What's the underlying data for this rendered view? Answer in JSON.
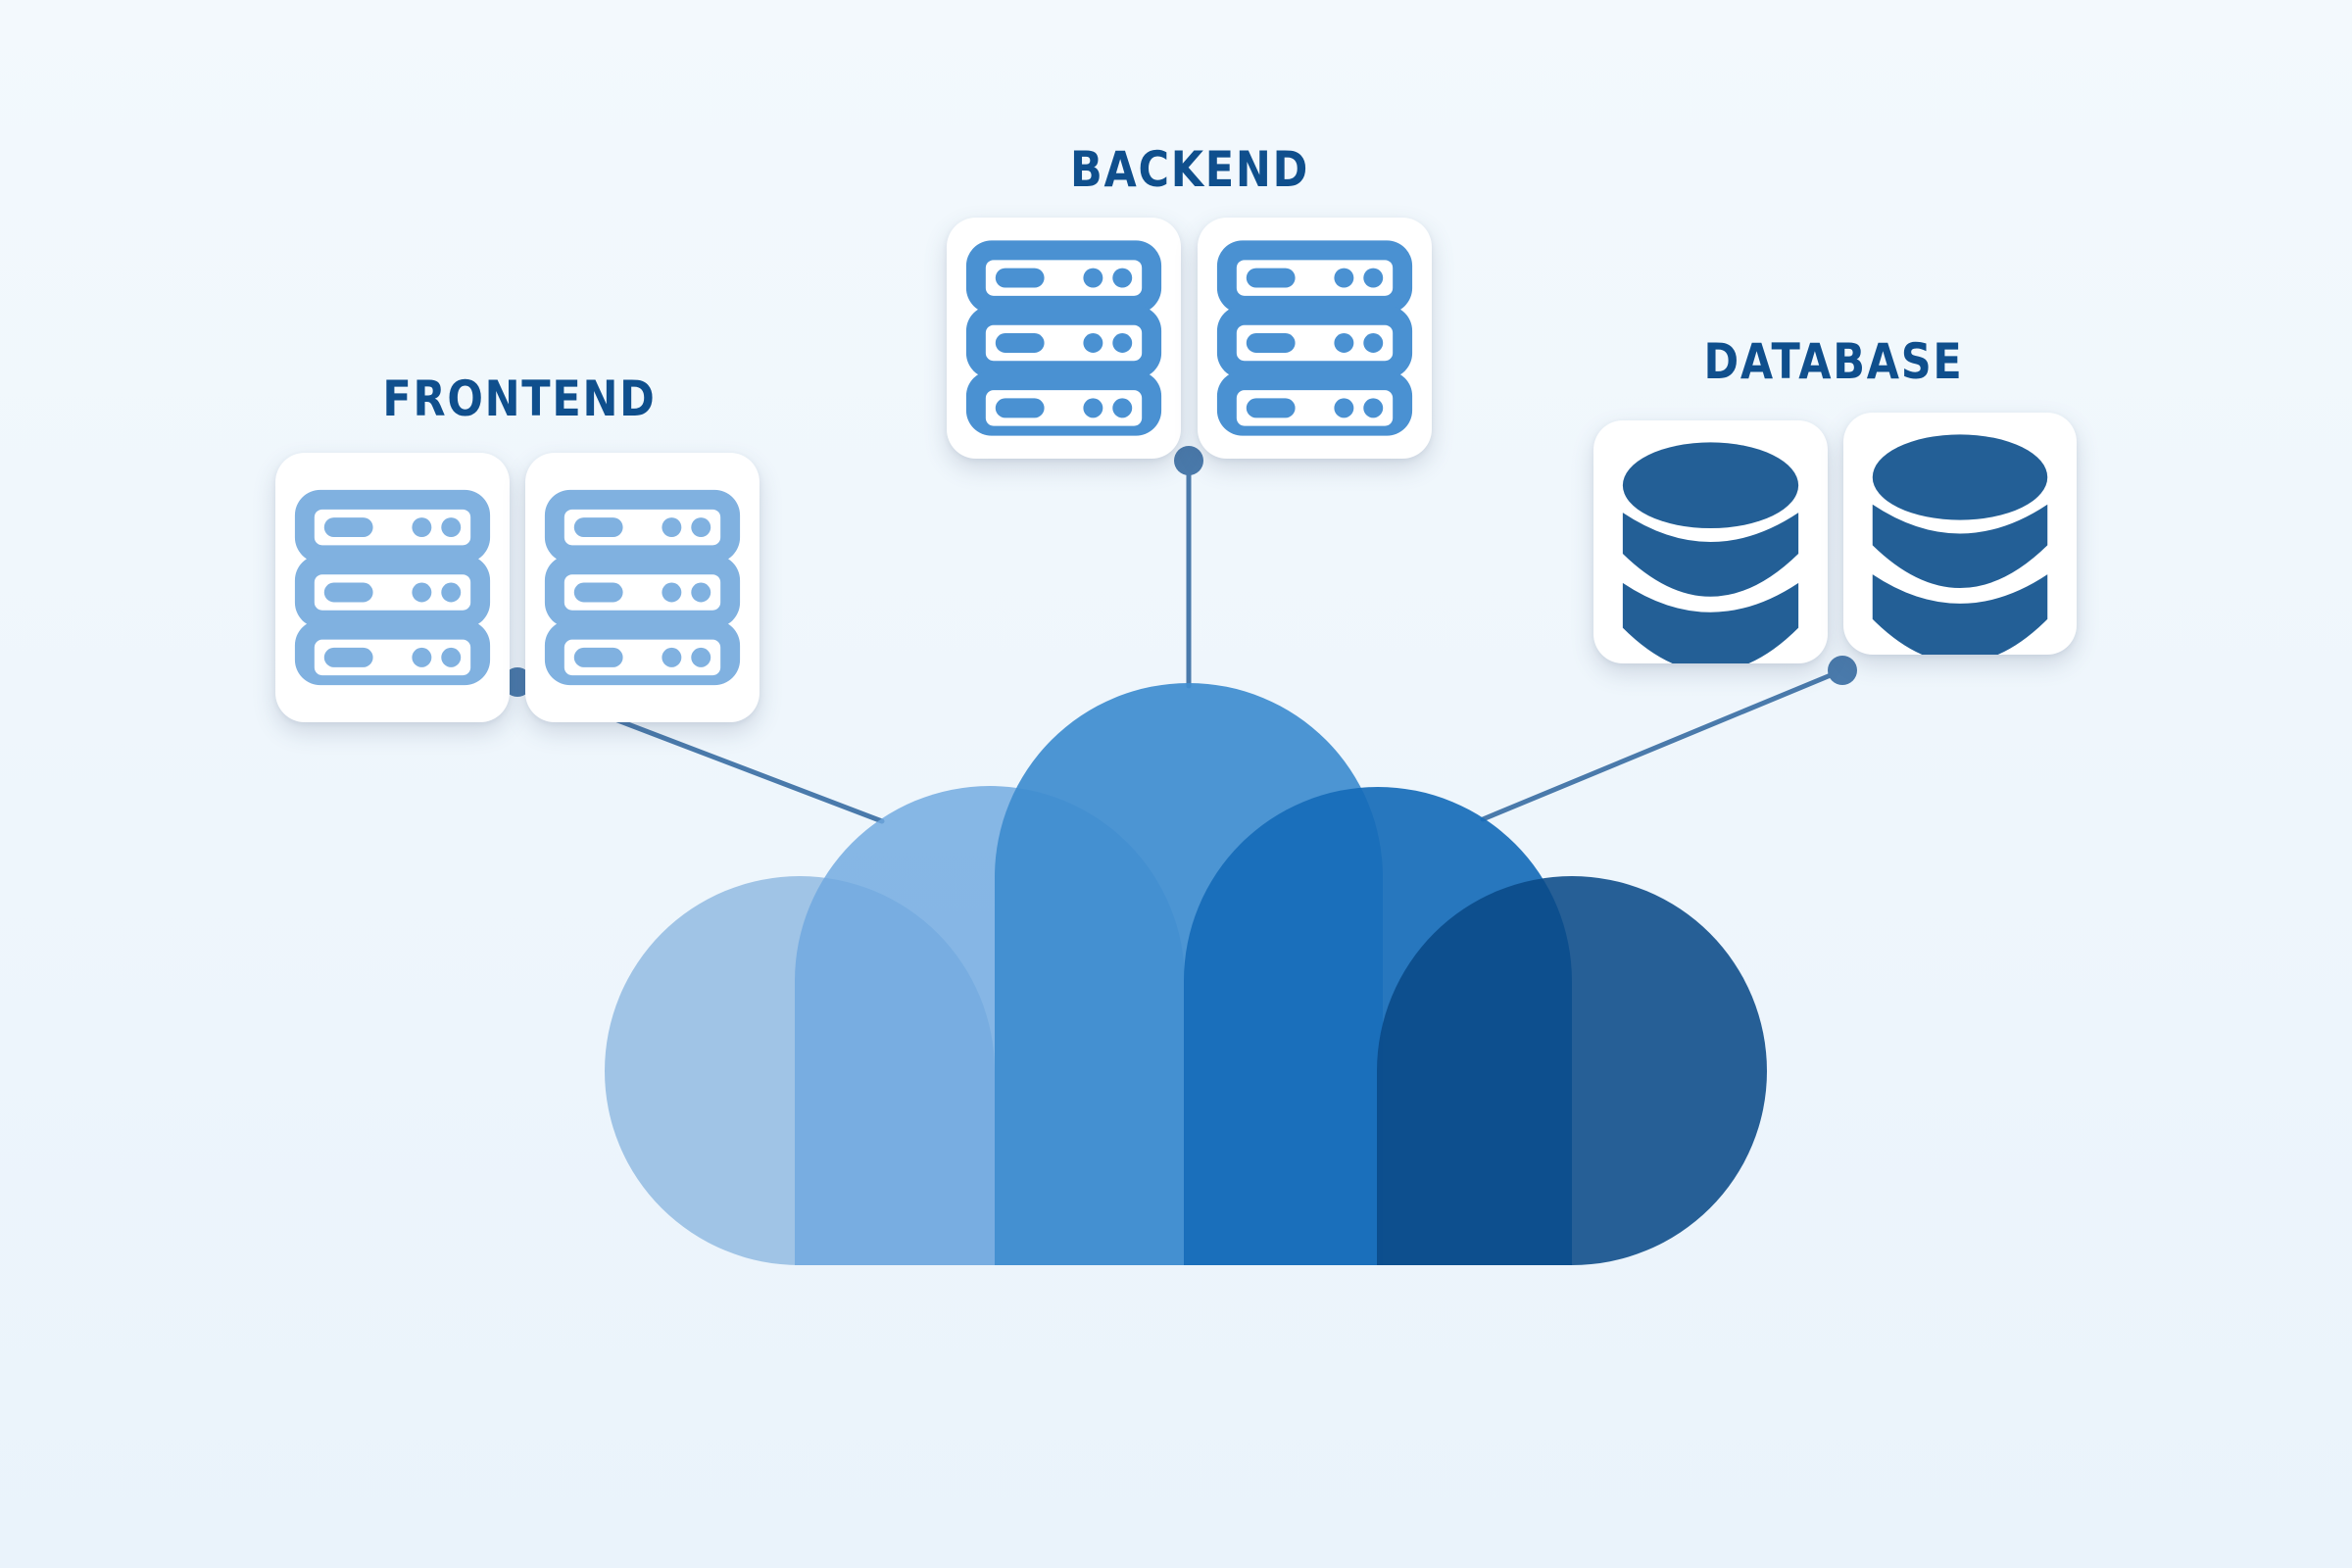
{
  "diagram": {
    "type": "cloud-architecture",
    "groups": [
      {
        "id": "frontend",
        "label": "FRONTEND",
        "icon": "server-icon",
        "count": 2,
        "color": "#80b1e0"
      },
      {
        "id": "backend",
        "label": "BACKEND",
        "icon": "server-icon",
        "count": 2,
        "color": "#4a91d2"
      },
      {
        "id": "database",
        "label": "DATABASE",
        "icon": "database-icon",
        "count": 2,
        "color": "#235f96"
      }
    ],
    "hub": {
      "id": "cloud",
      "icon": "cloud-icon",
      "palette": [
        "#a0c4e6",
        "#7fb0e0",
        "#4a93d1",
        "#2777c0",
        "#23609a"
      ]
    },
    "connections": [
      {
        "from": "cloud",
        "to": "frontend"
      },
      {
        "from": "cloud",
        "to": "backend"
      },
      {
        "from": "cloud",
        "to": "database"
      }
    ],
    "title_color": "#0f4f8d",
    "line_color": "#4a7aab"
  }
}
